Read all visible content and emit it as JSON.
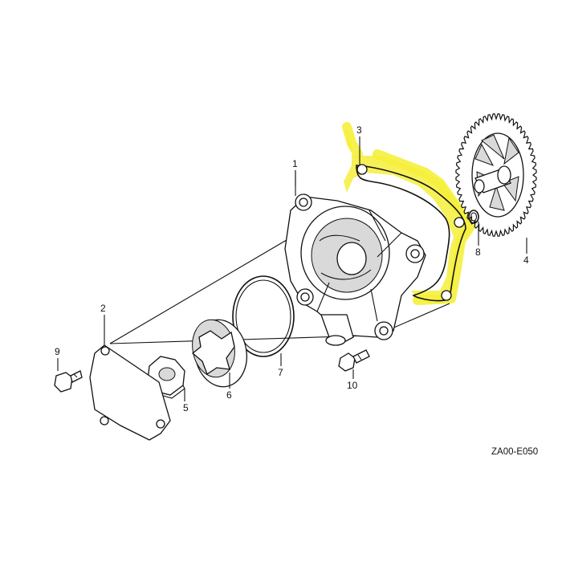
{
  "diagram": {
    "callouts": [
      {
        "id": "callout-1",
        "label": "1"
      },
      {
        "id": "callout-2",
        "label": "2"
      },
      {
        "id": "callout-3",
        "label": "3"
      },
      {
        "id": "callout-4",
        "label": "4"
      },
      {
        "id": "callout-5",
        "label": "5"
      },
      {
        "id": "callout-6",
        "label": "6"
      },
      {
        "id": "callout-7",
        "label": "7"
      },
      {
        "id": "callout-8",
        "label": "8"
      },
      {
        "id": "callout-9",
        "label": "9"
      },
      {
        "id": "callout-10",
        "label": "10"
      }
    ],
    "figure_code": "ZA00-E050",
    "highlight_color": "#f5ef3a"
  }
}
